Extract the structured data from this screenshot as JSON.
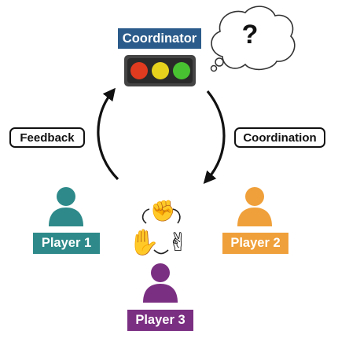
{
  "coordinator": {
    "label": "Coordinator",
    "thought_symbol": "?"
  },
  "traffic_light": {
    "lights": [
      "#e03a1f",
      "#e6d21c",
      "#49c231"
    ],
    "housing_color": "#444444"
  },
  "arrows": {
    "left": {
      "label": "Feedback",
      "direction": "up"
    },
    "right": {
      "label": "Coordination",
      "direction": "down"
    }
  },
  "players": [
    {
      "label": "Player 1",
      "color": "#2e8a8a"
    },
    {
      "label": "Player 2",
      "color": "#f0a03a"
    },
    {
      "label": "Player 3",
      "color": "#7b2f82"
    }
  ],
  "game": {
    "icons": [
      "fist-icon",
      "palm-icon",
      "peace-icon"
    ],
    "glyphs": {
      "fist": "✊",
      "palm": "✋",
      "peace": "✌"
    }
  },
  "colors": {
    "coordinator_badge": "#2b5b8a",
    "arrow": "#111111"
  }
}
